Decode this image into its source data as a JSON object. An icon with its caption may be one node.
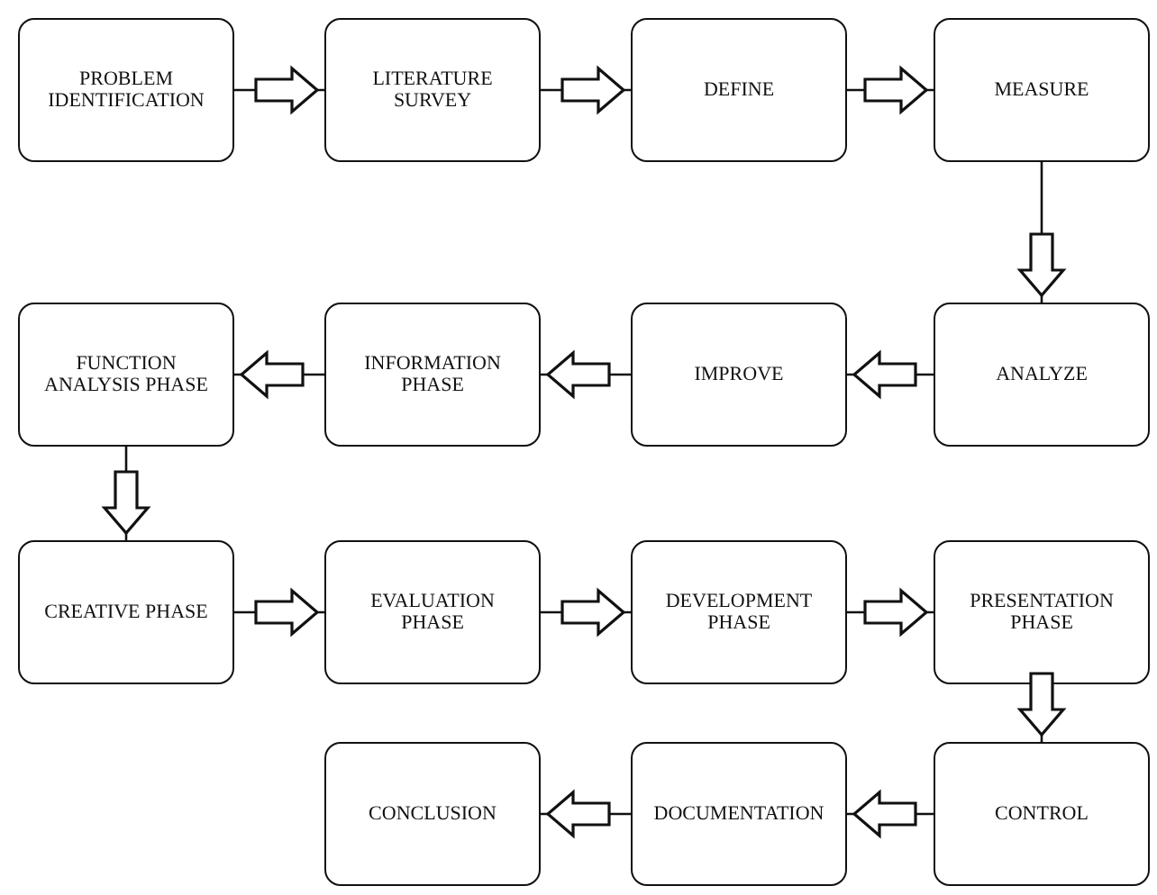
{
  "diagram": {
    "nodes": [
      {
        "text": [
          "PROBLEM IDENTIFICATION"
        ]
      },
      {
        "text": [
          "LITERATURE SURVEY"
        ]
      },
      {
        "text": [
          "DEFINE"
        ]
      },
      {
        "text": [
          "MEASURE"
        ]
      },
      {
        "text": [
          "FUNCTION ANALYSIS PHASE"
        ]
      },
      {
        "text": [
          "INFORMATION PHASE"
        ]
      },
      {
        "text": [
          "IMPROVE"
        ]
      },
      {
        "text": [
          "ANALYZE"
        ]
      },
      {
        "text": [
          "CREATIVE PHASE"
        ]
      },
      {
        "text": [
          "EVALUATION PHASE"
        ]
      },
      {
        "text": [
          "DEVELOPMENT PHASE"
        ]
      },
      {
        "text": [
          "PRESENTATION PHASE"
        ]
      },
      {
        "text": [
          "CONCLUSION"
        ]
      },
      {
        "text": [
          "DOCUMENTATION"
        ]
      },
      {
        "text": [
          "CONTROL"
        ]
      }
    ],
    "edges": [
      {
        "from": 0,
        "to": 1,
        "arrow": "to"
      },
      {
        "from": 1,
        "to": 2,
        "arrow": "to"
      },
      {
        "from": 2,
        "to": 3,
        "arrow": "to"
      },
      {
        "from": 3,
        "to": 7,
        "arrow": "to"
      },
      {
        "from": 7,
        "to": 6,
        "arrow": "to"
      },
      {
        "from": 6,
        "to": 5,
        "arrow": "to"
      },
      {
        "from": 5,
        "to": 4,
        "arrow": "to"
      },
      {
        "from": 4,
        "to": 8,
        "arrow": "to"
      },
      {
        "from": 8,
        "to": 9,
        "arrow": "to"
      },
      {
        "from": 9,
        "to": 10,
        "arrow": "to"
      },
      {
        "from": 10,
        "to": 11,
        "arrow": "to"
      },
      {
        "from": 11,
        "to": 14,
        "arrow": "to"
      },
      {
        "from": 14,
        "to": 13,
        "arrow": "to"
      },
      {
        "from": 13,
        "to": 12,
        "arrow": "to"
      }
    ]
  }
}
